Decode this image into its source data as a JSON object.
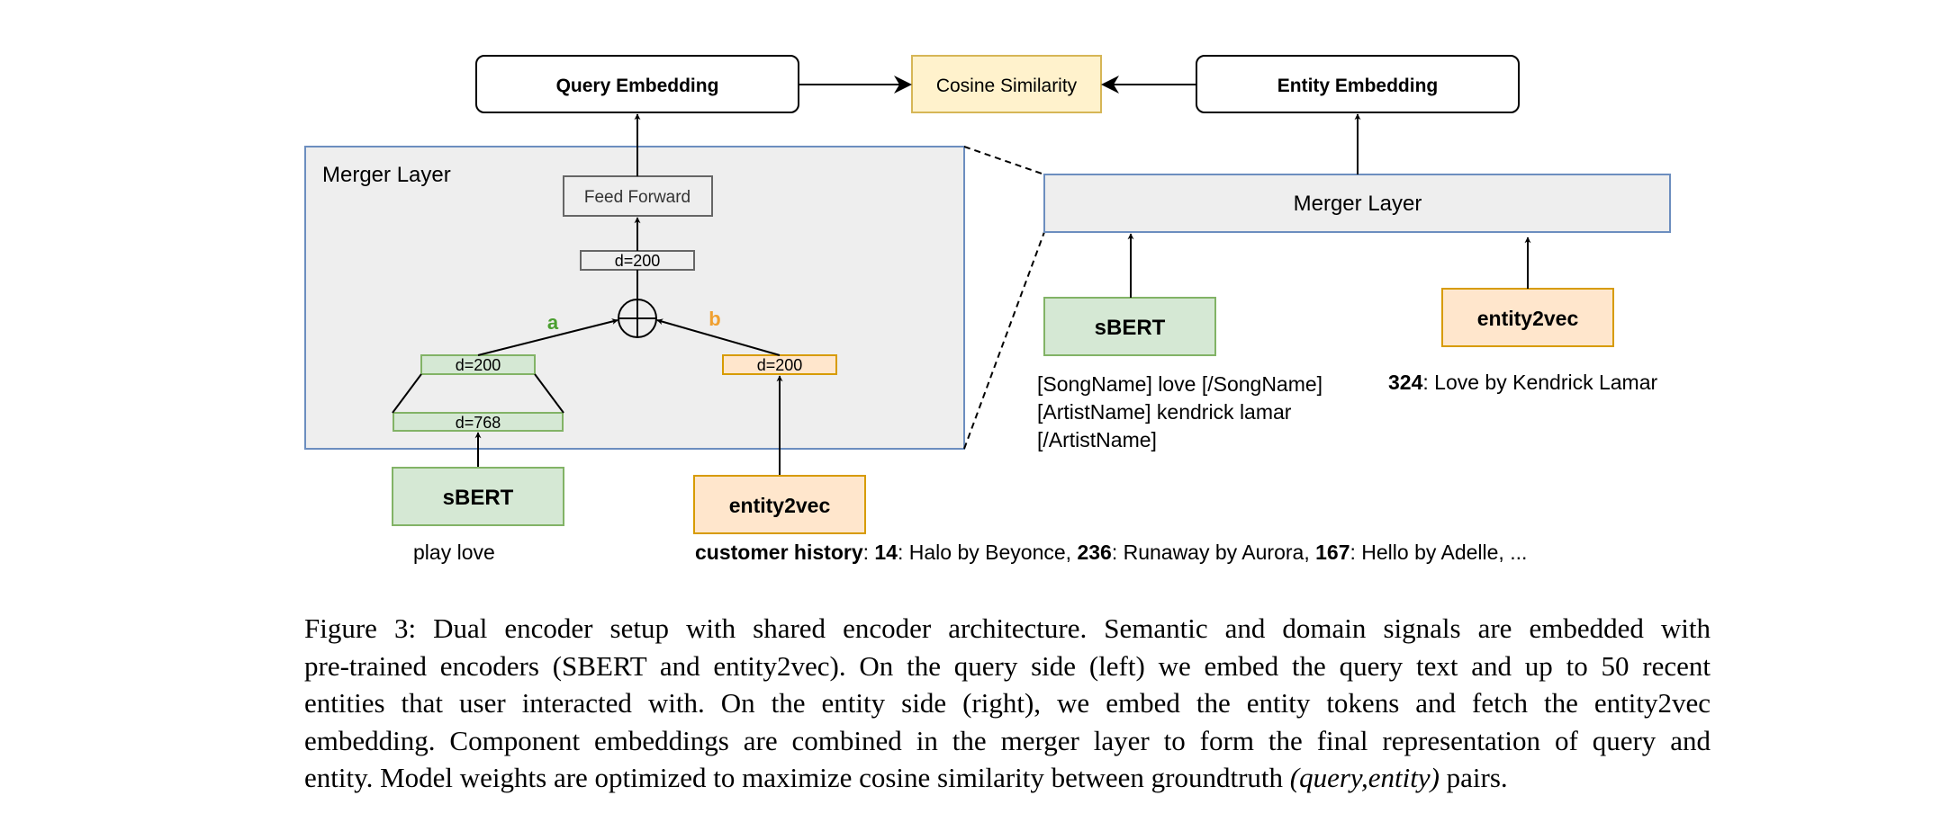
{
  "figure": {
    "query_embedding": "Query Embedding",
    "cosine_similarity": "Cosine Similarity",
    "entity_embedding": "Entity Embedding",
    "merger_layer_detail_title": "Merger Layer",
    "feed_forward": "Feed Forward",
    "dim_ff": "d=200",
    "branch_a": "a",
    "branch_b": "b",
    "dim_sbert_out": "d=200",
    "dim_sbert_in": "d=768",
    "dim_entity": "d=200",
    "left_sbert": "sBERT",
    "left_entity2vec": "entity2vec",
    "left_query_text": "play love",
    "history_label": "customer history",
    "history_items": [
      {
        "id": "14",
        "text": ": Halo by Beyonce, "
      },
      {
        "id": "236",
        "text": ": Runaway by Aurora, "
      },
      {
        "id": "167",
        "text": ": Hello by Adelle, ..."
      }
    ],
    "right_merger_layer": "Merger Layer",
    "right_sbert": "sBERT",
    "right_entity2vec": "entity2vec",
    "right_tokens": [
      "[SongName] love [/SongName]",
      "[ArtistName] kendrick lamar",
      "[/ArtistName]"
    ],
    "entity_id": "324",
    "entity_text": ": Love by Kendrick Lamar"
  },
  "caption": {
    "lines": [
      "Figure 3: Dual encoder setup with shared encoder architecture. Semantic and domain signals are embedded with",
      "pre-trained encoders (SBERT and entity2vec). On the query side (left) we embed the query text and up to 50 recent",
      "entities that user interacted with. On the entity side (right), we embed the entity tokens and fetch the entity2vec",
      "embedding. Component embeddings are combined in the merger layer to form the final representation of query and"
    ],
    "last_line_before": "entity. Model weights are optimized to maximize cosine similarity between groundtruth ",
    "last_line_italic": "(query,entity)",
    "last_line_after": " pairs."
  },
  "colors": {
    "green_fill": "#d5e8d4",
    "green_stroke": "#82b366",
    "orange_fill": "#ffe6cc",
    "orange_stroke": "#d79b00",
    "yellow_fill": "#fff2cc",
    "yellow_stroke": "#d6b656",
    "grey_fill": "#eeeeee",
    "blue_stroke": "#6c8ebf",
    "label_a": "#4a9e2f",
    "label_b": "#f0a030"
  }
}
